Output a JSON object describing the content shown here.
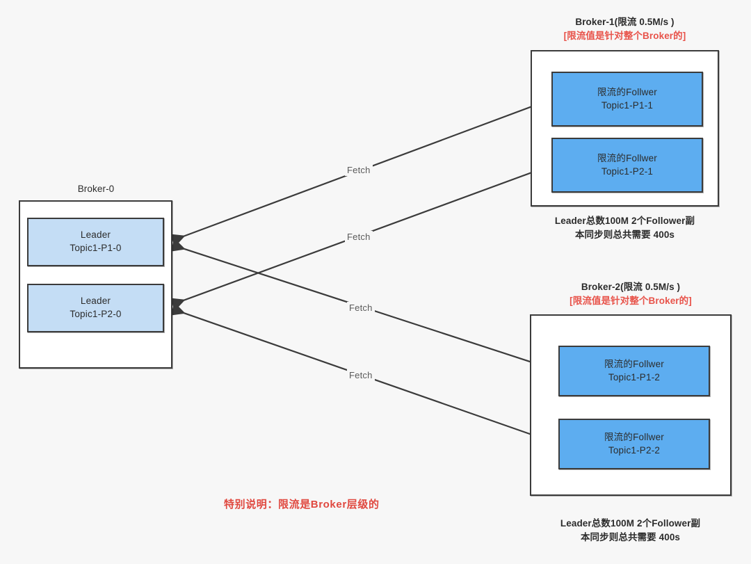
{
  "diagram": {
    "background_color": "#f7f7f7",
    "line_color": "#3b3b3b",
    "accent_red": "#e0483f",
    "follower_fill": "#5dadf0",
    "leader_fill": "#c4ddf5"
  },
  "broker0": {
    "title": "Broker-0",
    "partitions": [
      {
        "role": "Leader",
        "topic": "Topic1-P1-0"
      },
      {
        "role": "Leader",
        "topic": "Topic1-P2-0"
      }
    ]
  },
  "broker1": {
    "title": "Broker-1(限流 0.5M/s )",
    "subtitle": "[限流值是针对整个Broker的]",
    "partitions": [
      {
        "role": "限流的Follwer",
        "topic": "Topic1-P1-1"
      },
      {
        "role": "限流的Follwer",
        "topic": "Topic1-P2-1"
      }
    ],
    "footnote_line1": "Leader总数100M 2个Follower副",
    "footnote_line2": "本同步则总共需要 400s"
  },
  "broker2": {
    "title": "Broker-2(限流 0.5M/s )",
    "subtitle": "[限流值是针对整个Broker的]",
    "partitions": [
      {
        "role": "限流的Follwer",
        "topic": "Topic1-P1-2"
      },
      {
        "role": "限流的Follwer",
        "topic": "Topic1-P2-2"
      }
    ],
    "footnote_line1": "Leader总数100M 2个Follower副",
    "footnote_line2": "本同步则总共需要 400s"
  },
  "edges": [
    {
      "label": "Fetch",
      "from": "Topic1-P1-1",
      "to": "Topic1-P1-0"
    },
    {
      "label": "Fetch",
      "from": "Topic1-P2-1",
      "to": "Topic1-P2-0"
    },
    {
      "label": "Fetch",
      "from": "Topic1-P1-2",
      "to": "Topic1-P1-0"
    },
    {
      "label": "Fetch",
      "from": "Topic1-P2-2",
      "to": "Topic1-P2-0"
    }
  ],
  "footer_note": "特别说明：限流是Broker层级的"
}
